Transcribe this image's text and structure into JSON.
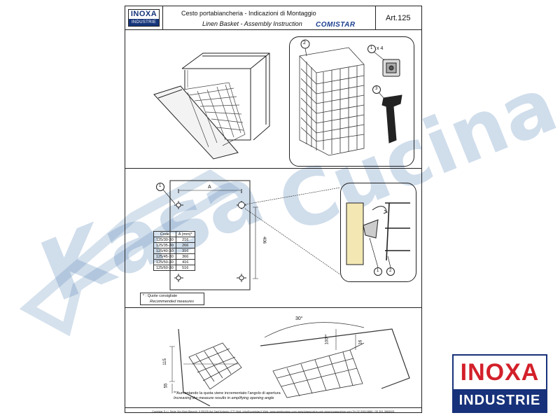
{
  "header": {
    "logo_top": "INOXA",
    "logo_bottom": "INDUSTRIE",
    "title_it": "Cesto portabiancheria - Indicazioni di Montaggio",
    "title_en": "Linen Basket - Assembly Instruction",
    "comistar": "COMISTAR",
    "art": "Art.125"
  },
  "callouts": {
    "basket": "2",
    "screw": "1",
    "screw_qty": "x 4",
    "hook": "3",
    "mark1": "1",
    "mark2": "2"
  },
  "dimensions": {
    "a": "A",
    "height": "406",
    "angle": "30°",
    "h100": "100**",
    "h16": "16",
    "h115": "115",
    "h55": "55"
  },
  "code_table": {
    "headers": [
      "Code",
      "A (mm)*"
    ],
    "rows": [
      [
        "125/30-30",
        "216"
      ],
      [
        "125/35-30",
        "266"
      ],
      [
        "125/40-30",
        "316"
      ],
      [
        "125/45-30",
        "366"
      ],
      [
        "125/50-30",
        "416"
      ],
      [
        "125/60-30",
        "516"
      ]
    ]
  },
  "quote_note": {
    "it": "* : Quote consigliate",
    "en": "Recommended measures"
  },
  "angle_note": {
    "it": "**Aumentando la quota viene incrementato l'angolo di apertura",
    "en": "Increasing the measure results in amplifying opening angle"
  },
  "footer": "Comistar S.r.l. Sede Via Muni Bianchi, 9 95025 Aci Sant'Antonio (CT) Mail. info@comistar.it Web: www.amgincasso.com www.kasacucina.com www.incassoshop.com Tel 02 00624886 +39 391 3665691",
  "brand": {
    "top": "INOXA",
    "bottom": "INDUSTRIE",
    "red": "#d3202a",
    "blue": "#17327a"
  },
  "watermark": {
    "kasa": "Kasa",
    "cucina": "Cucina"
  }
}
